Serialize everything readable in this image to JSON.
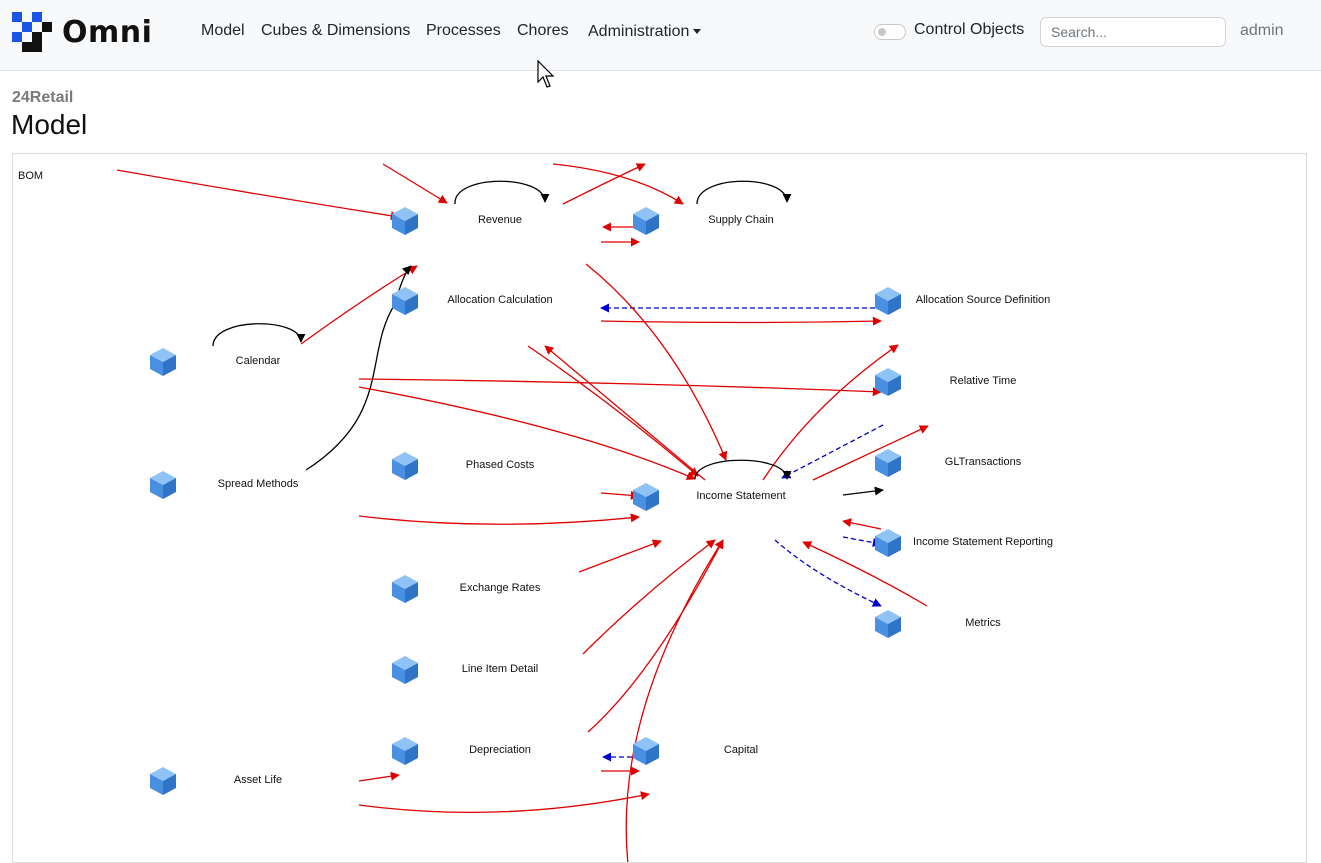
{
  "app": {
    "brand": "Omni"
  },
  "nav": {
    "items": [
      "Model",
      "Cubes & Dimensions",
      "Processes",
      "Chores"
    ],
    "administration": "Administration",
    "control_objects": "Control Objects",
    "search_placeholder": "Search...",
    "user": "admin"
  },
  "page": {
    "breadcrumb": "24Retail",
    "title": "Model"
  },
  "diagram": {
    "label": "BOM",
    "cubes": [
      "Revenue",
      "Supply Chain",
      "Allocation Calculation",
      "Allocation Source Definition",
      "Calendar",
      "Relative Time",
      "Spread Methods",
      "Phased Costs",
      "Income Statement",
      "GLTransactions",
      "Income Statement Reporting",
      "Exchange Rates",
      "Metrics",
      "Line Item Detail",
      "Depreciation",
      "Capital",
      "Asset Life"
    ]
  },
  "colors": {
    "dependency": "#e00000",
    "self_reference": "#000000",
    "reference": "#0000cc",
    "cube_icon": "#4a90e2"
  }
}
